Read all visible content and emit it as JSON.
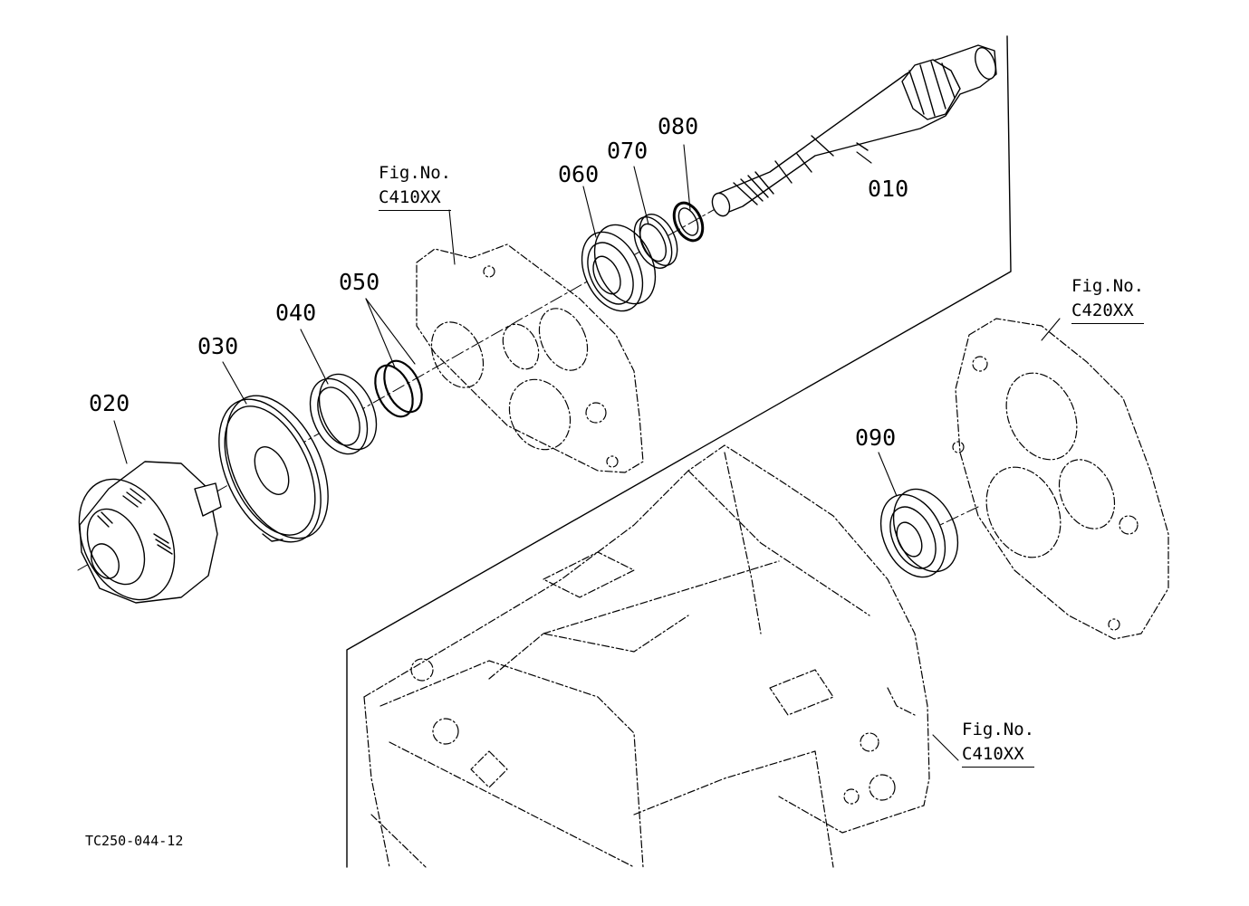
{
  "parts": [
    {
      "id": "p010",
      "number": "010"
    },
    {
      "id": "p020",
      "number": "020"
    },
    {
      "id": "p030",
      "number": "030"
    },
    {
      "id": "p040",
      "number": "040"
    },
    {
      "id": "p050",
      "number": "050"
    },
    {
      "id": "p060",
      "number": "060"
    },
    {
      "id": "p070",
      "number": "070"
    },
    {
      "id": "p080",
      "number": "080"
    },
    {
      "id": "p090",
      "number": "090"
    }
  ],
  "figure_refs": [
    {
      "label": "Fig.No.",
      "code": "C410XX"
    },
    {
      "label": "Fig.No.",
      "code": "C420XX"
    },
    {
      "label": "Fig.No.",
      "code": "C410XX"
    }
  ],
  "document_id": "TC250-044-12",
  "colors": {
    "line": "#000000",
    "background": "#ffffff"
  }
}
